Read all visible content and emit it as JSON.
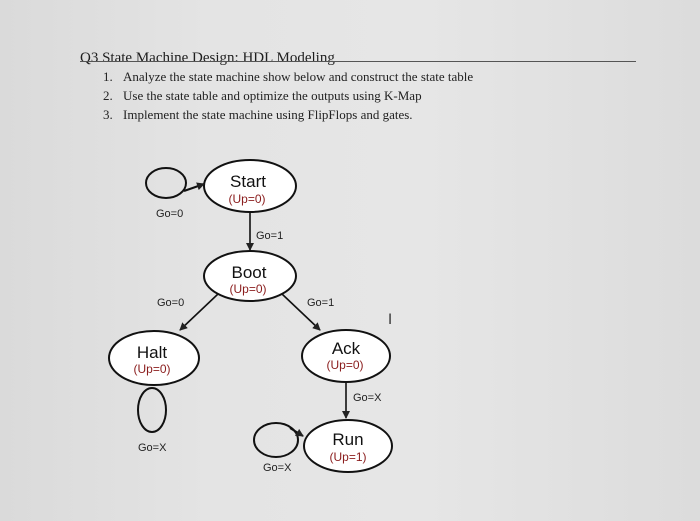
{
  "question": {
    "title": "Q3 State Machine Design: HDL Modeling",
    "tasks": [
      {
        "num": "1.",
        "text": "Analyze the state machine show below and construct the state table"
      },
      {
        "num": "2.",
        "text": "Use the state table and optimize the outputs using K-Map"
      },
      {
        "num": "3.",
        "text": "Implement the state machine using FlipFlops and gates."
      }
    ]
  },
  "diagram": {
    "states": {
      "start": {
        "name": "Start",
        "output": "(Up=0)"
      },
      "boot": {
        "name": "Boot",
        "output": "(Up=0)"
      },
      "halt": {
        "name": "Halt",
        "output": "(Up=0)"
      },
      "ack": {
        "name": "Ack",
        "output": "(Up=0)"
      },
      "run": {
        "name": "Run",
        "output": "(Up=1)"
      }
    },
    "transitions": {
      "start_self": "Go=0",
      "start_to_boot": "Go=1",
      "boot_to_halt": "Go=0",
      "boot_to_ack": "Go=1",
      "halt_self": "Go=X",
      "ack_to_run": "Go=X",
      "run_self": "Go=X"
    }
  },
  "cursor_glyph": "I"
}
